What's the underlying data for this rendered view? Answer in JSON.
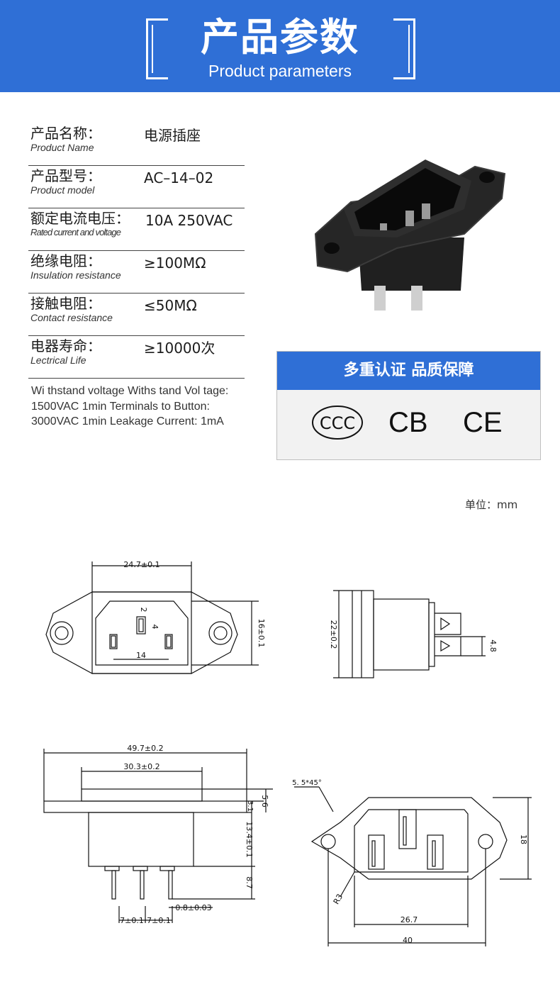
{
  "header": {
    "title": "产品参数",
    "subtitle": "Product parameters"
  },
  "specs": [
    {
      "cn": "产品名称：",
      "en": "Product Name",
      "value": "电源插座"
    },
    {
      "cn": "产品型号：",
      "en": "Product model",
      "value": "AC–14–02"
    },
    {
      "cn": "额定电流电压：",
      "en": "Rated current and voltage",
      "value": "10A 250VAC"
    },
    {
      "cn": "绝缘电阻：",
      "en": "Insulation resistance",
      "value": "≥100MΩ"
    },
    {
      "cn": "接触电阻：",
      "en": "Contact resistance",
      "value": "≤50MΩ"
    },
    {
      "cn": "电器寿命：",
      "en": "Lectrical Life",
      "value": "≥10000次"
    }
  ],
  "note": "Wi thstand voltage Withs tand Vol tage: 1500VAC 1min Terminals to Button: 3000VAC 1min Leakage Current: 1mA",
  "certification": {
    "title": "多重认证 品质保障",
    "marks": [
      "CCC",
      "CB",
      "CE"
    ]
  },
  "unit": "单位：mm",
  "dimensions": {
    "front": {
      "width": "24.7±0.1",
      "height": "16±0.1",
      "pin_width": "2",
      "pin_height": "4",
      "pin_pitch": "14"
    },
    "side": {
      "height": "22±0.2",
      "tab": "4.8"
    },
    "bottom": {
      "total": "49.7±0.2",
      "body": "30.3±0.2",
      "flange": "3.1",
      "flange_total": "5.6",
      "body_height": "13.4±0.1",
      "pin_length": "8.7",
      "pin_thickness": "0.8±0.03",
      "pitch_left": "7±0.1",
      "pitch_right": "7±0.1"
    },
    "panel": {
      "chamfer": "5. 5*45°",
      "height": "18",
      "radius": "R3",
      "inner": "26.7",
      "overall": "40"
    }
  },
  "colors": {
    "accent": "#2f6fd6"
  }
}
